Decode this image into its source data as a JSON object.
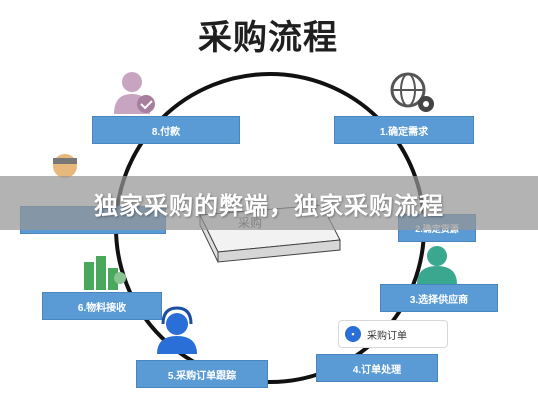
{
  "title": "采购流程",
  "steps": [
    {
      "label": "8.付款"
    },
    {
      "label": "1.确定需求"
    },
    {
      "label": "2.确定货源"
    },
    {
      "label": "3.选择供应商"
    },
    {
      "label": "4.订单处理"
    },
    {
      "label": "5.采购订单跟踪"
    },
    {
      "label": "6.物料接收"
    }
  ],
  "center_label": "采购",
  "order_card": {
    "label": "采购订单"
  },
  "banner": "独家采购的弊端，独家采购流程",
  "colors": {
    "step_fill": "#5b9bd5",
    "ring": "#111111",
    "banner": "#969696"
  }
}
